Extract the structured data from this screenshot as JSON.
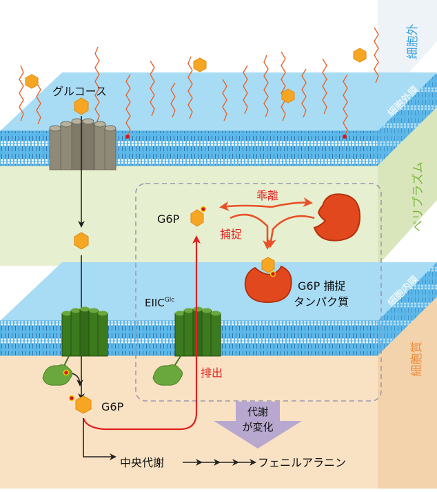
{
  "regions": {
    "extracellular": "細胞外",
    "outer_membrane": "細胞外膜",
    "periplasm": "ペリプラズム",
    "inner_membrane": "細胞内膜",
    "cytoplasm": "細胞質"
  },
  "labels": {
    "glucose": "グルコース",
    "g6p_periplasm": "G6P",
    "g6p_cytoplasm": "G6P",
    "dissociation": "乖離",
    "capture": "捕捉",
    "capture_protein_line1": "G6P 捕捉",
    "capture_protein_line2": "タンパク質",
    "eiic": "EIIC",
    "eiic_superscript": "Glc",
    "export": "排出",
    "metabolic_change_line1": "代謝",
    "metabolic_change_line2": "が変化",
    "central_metabolism": "中央代謝",
    "phenylalanine": "フェニルアラニン"
  },
  "colors": {
    "membrane": "#5db8ea",
    "membrane_top": "#a8dcf5",
    "periplasm_bg": "#e6efcf",
    "cytoplasm_bg": "#f9e2c3",
    "extracellular_bg": "#ffffff",
    "region_text": "#3aa0dc",
    "periplasm_text": "#7cb53a",
    "cytoplasm_text": "#ee8a3a",
    "red_arrow": "#e02020",
    "orange_arrow": "#e85028",
    "hexagon": "#f6a623",
    "transporter_green": "#3c7a1e",
    "porin_gray": "#8f8a78",
    "capture_protein": "#e2481e",
    "big_arrow": "#b8a8cf"
  }
}
